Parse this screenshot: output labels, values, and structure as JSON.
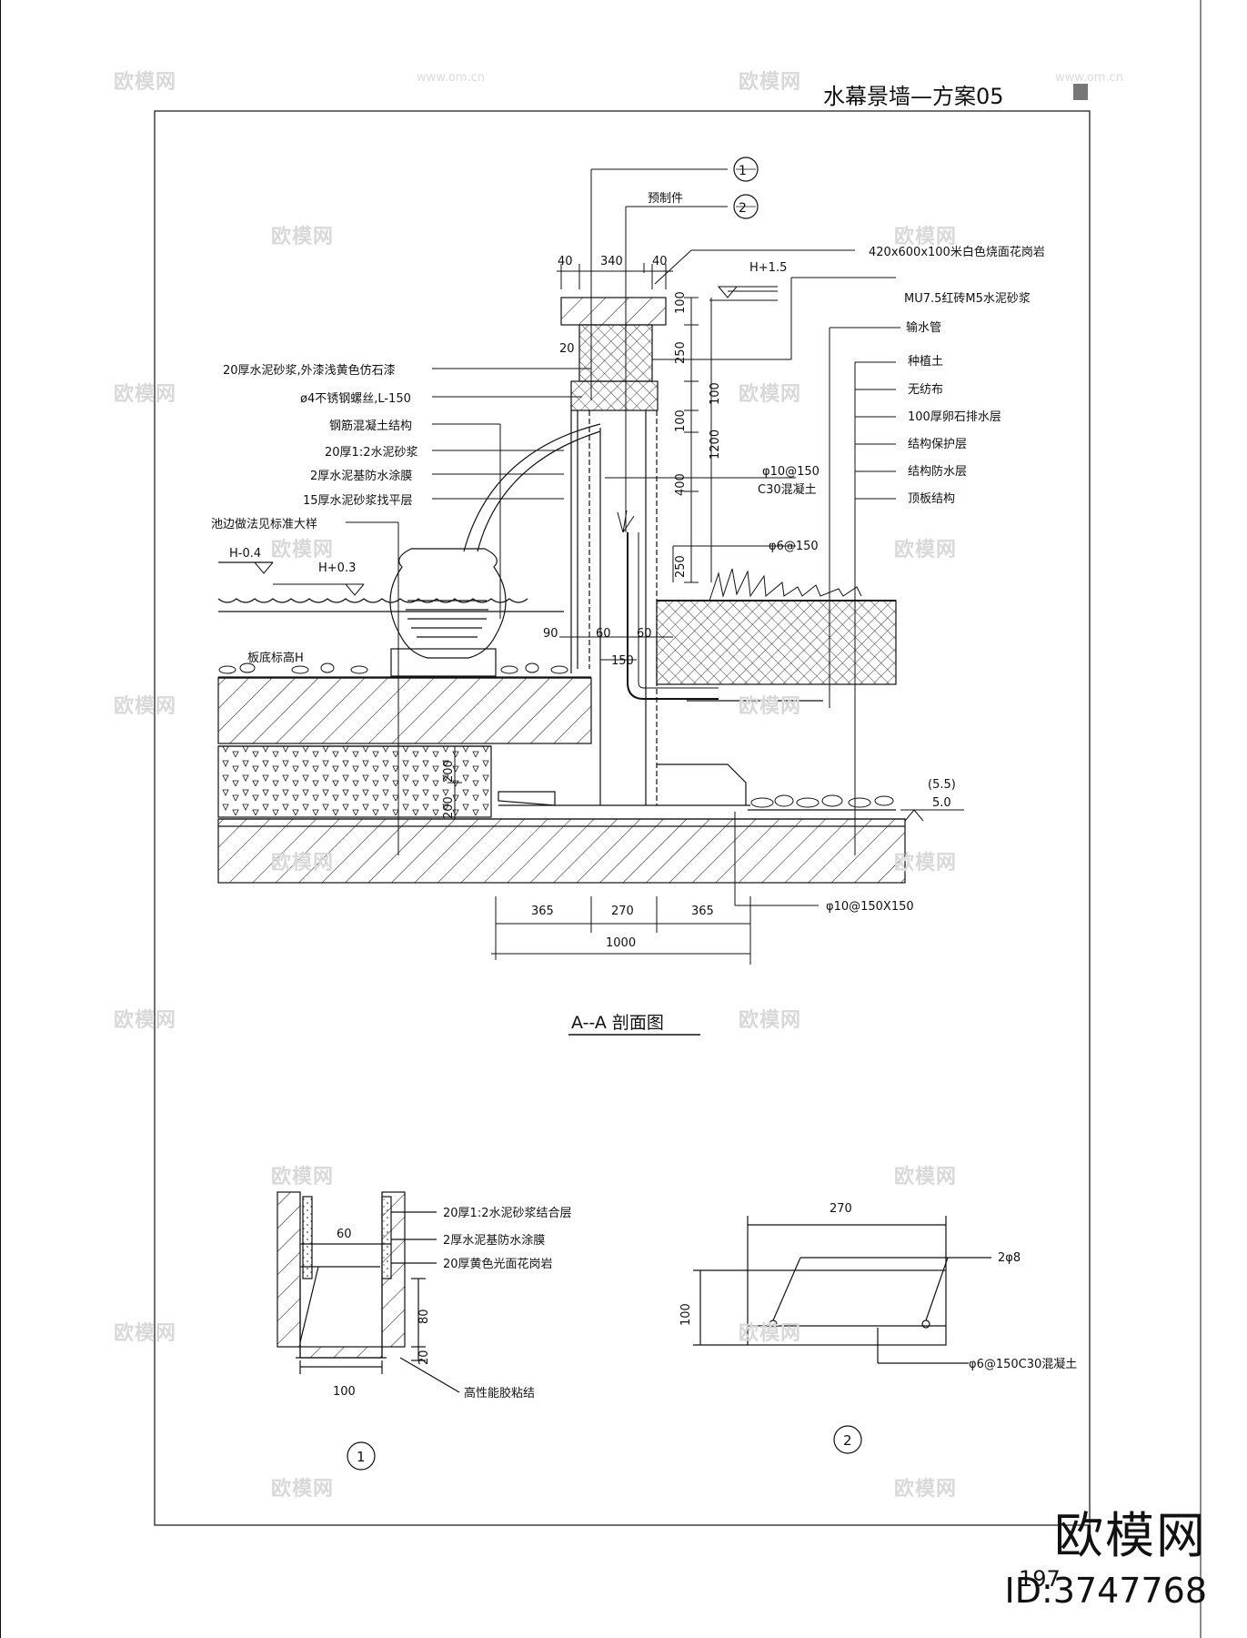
{
  "sheet": {
    "title": "水幕景墙—方案05",
    "page_number": "197",
    "watermark_brand": "欧模网",
    "watermark_url": "www.om.cn",
    "id_text": "ID:3747768"
  },
  "section_title": "A--A 剖面图",
  "callouts": {
    "c1": "1",
    "c2": "2",
    "prefab": "预制件"
  },
  "top_dims": {
    "d40a": "40",
    "d340": "340",
    "d40b": "40"
  },
  "elevations": {
    "h15": "H+1.5",
    "h04": "H-0.4",
    "h03": "H+0.3",
    "h55": "(5.5)",
    "h50": "5.0",
    "slab": "板底标高H"
  },
  "vertical_dims": {
    "v100a": "100",
    "v250": "250",
    "v100b": "100",
    "v100c": "100",
    "v1200": "1200",
    "v400": "400",
    "v250b": "250",
    "v200a": "200",
    "v200b": "200",
    "v20": "20"
  },
  "bottom_dims": {
    "b90": "90",
    "b60a": "60",
    "b60b": "60",
    "b150": "150",
    "b365a": "365",
    "b270": "270",
    "b365b": "365",
    "b1000": "1000"
  },
  "left_labels": [
    "20厚水泥砂浆,外漆浅黄色仿石漆",
    "ø4不锈钢螺丝,L-150",
    "钢筋混凝土结构",
    "20厚1:2水泥砂浆",
    "2厚水泥基防水涂膜",
    "15厚水泥砂浆找平层",
    "池边做法见标准大样"
  ],
  "right_labels": {
    "granite": "420x600x100米白色烧面花岗岩",
    "brick": "MU7.5红砖M5水泥砂浆",
    "pipe": "输水管",
    "soil": "种植土",
    "fabric": "无纺布",
    "gravel": "100厚卵石排水层",
    "protect": "结构保护层",
    "waterproof": "结构防水层",
    "roof": "顶板结构",
    "rebar1": "φ10@150",
    "concrete1": "C30混凝土",
    "rebar2": "φ6@150",
    "rebar3": "φ10@150X150"
  },
  "detail1": {
    "labels": [
      "20厚1:2水泥砂浆结合层",
      "2厚水泥基防水涂膜",
      "20厚黄色光面花岗岩",
      "高性能胶粘结"
    ],
    "dims": {
      "w60": "60",
      "w100": "100",
      "h80": "80",
      "h20": "20"
    }
  },
  "detail2": {
    "labels": {
      "bars": "2φ8",
      "spec": "φ6@150C30混凝土"
    },
    "dims": {
      "w270": "270",
      "h100": "100"
    }
  }
}
